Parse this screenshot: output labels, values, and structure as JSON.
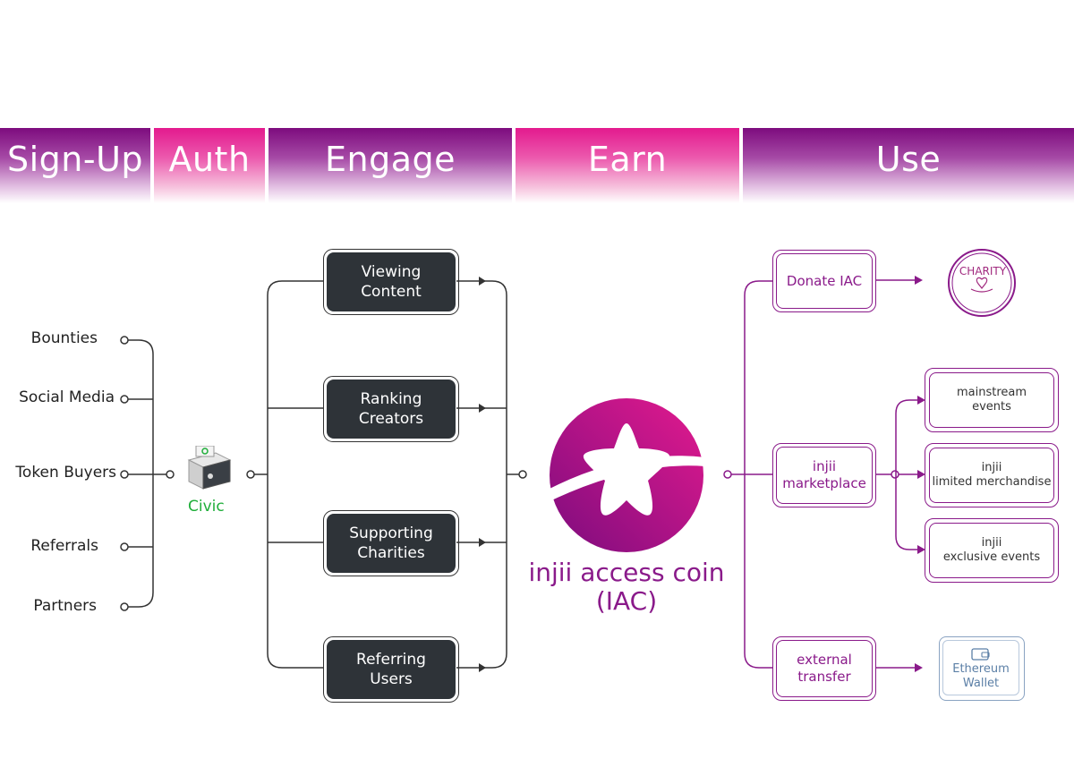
{
  "stages": [
    {
      "label": "Sign-Up",
      "color": "#7d0c7e"
    },
    {
      "label": "Auth",
      "color": "#e31a8e"
    },
    {
      "label": "Engage",
      "color": "#7d0c7e"
    },
    {
      "label": "Earn",
      "color": "#e31a8e"
    },
    {
      "label": "Use",
      "color": "#7d0c7e"
    }
  ],
  "sources": [
    "Bounties",
    "Social Media",
    "Token Buyers",
    "Referrals",
    "Partners"
  ],
  "auth": {
    "label": "Civic",
    "color": "#1fae3a"
  },
  "engage": [
    {
      "line1": "Viewing",
      "line2": "Content"
    },
    {
      "line1": "Ranking",
      "line2": "Creators"
    },
    {
      "line1": "Supporting",
      "line2": "Charities"
    },
    {
      "line1": "Referring",
      "line2": "Users"
    }
  ],
  "coin": {
    "line1": "injii access coin",
    "line2": "(IAC)",
    "color_a": "#7d0c7e",
    "color_b": "#e31a8e"
  },
  "uses": {
    "donate": "Donate IAC",
    "marketplace": {
      "line1": "injii",
      "line2": "marketplace"
    },
    "external": {
      "line1": "external",
      "line2": "transfer"
    }
  },
  "charity": {
    "label": "CHARITY",
    "color": "#a0287e"
  },
  "market_items": [
    {
      "line1": "mainstream",
      "line2": "events"
    },
    {
      "line1": "injii",
      "line2": "limited merchandise"
    },
    {
      "line1": "injii",
      "line2": "exclusive events"
    }
  ],
  "wallet": {
    "line1": "Ethereum",
    "line2": "Wallet",
    "color": "#5b7fa6"
  }
}
